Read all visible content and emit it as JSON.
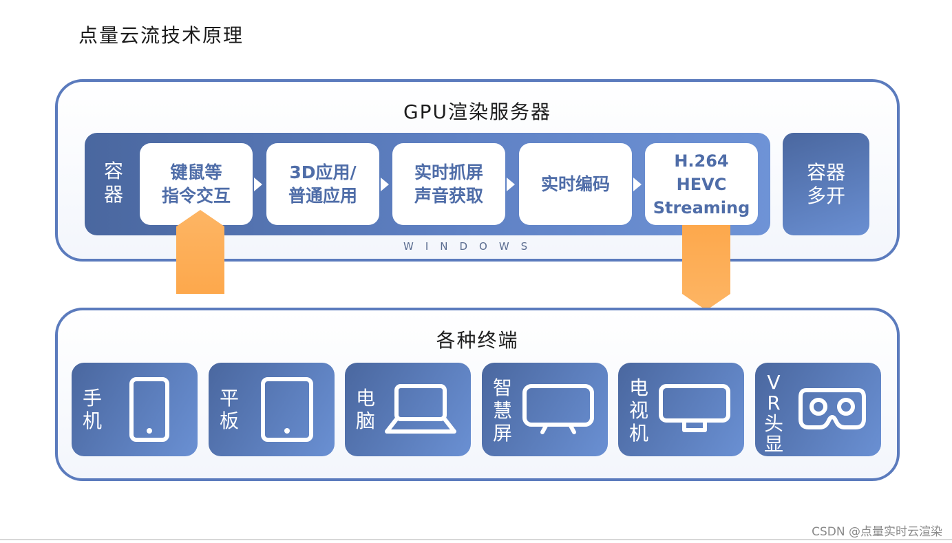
{
  "title": "点量云流技术原理",
  "server": {
    "title": "GPU渲染服务器",
    "container_label": "容器",
    "steps": [
      "键鼠等\n指令交互",
      "3D应用/\n普通应用",
      "实时抓屏\n声音获取",
      "实时编码",
      "H.264\nHEVC\nStreaming"
    ],
    "multi_container": "容器\n多开",
    "os": "WINDOWS"
  },
  "terminals": {
    "title": "各种终端",
    "devices": [
      {
        "label": "手\n机",
        "icon": "phone-icon"
      },
      {
        "label": "平\n板",
        "icon": "tablet-icon"
      },
      {
        "label": "电\n脑",
        "icon": "laptop-icon"
      },
      {
        "label": "智\n慧\n屏",
        "icon": "smart-screen-icon"
      },
      {
        "label": "电\n视\n机",
        "icon": "tv-icon"
      },
      {
        "label": "VR头显",
        "icon": "vr-headset-icon"
      }
    ]
  },
  "colors": {
    "primary": "#5b7bbd",
    "arrow": "#fda84c",
    "text_step": "#4f6da8"
  },
  "watermark": "CSDN @点量实时云渲染"
}
